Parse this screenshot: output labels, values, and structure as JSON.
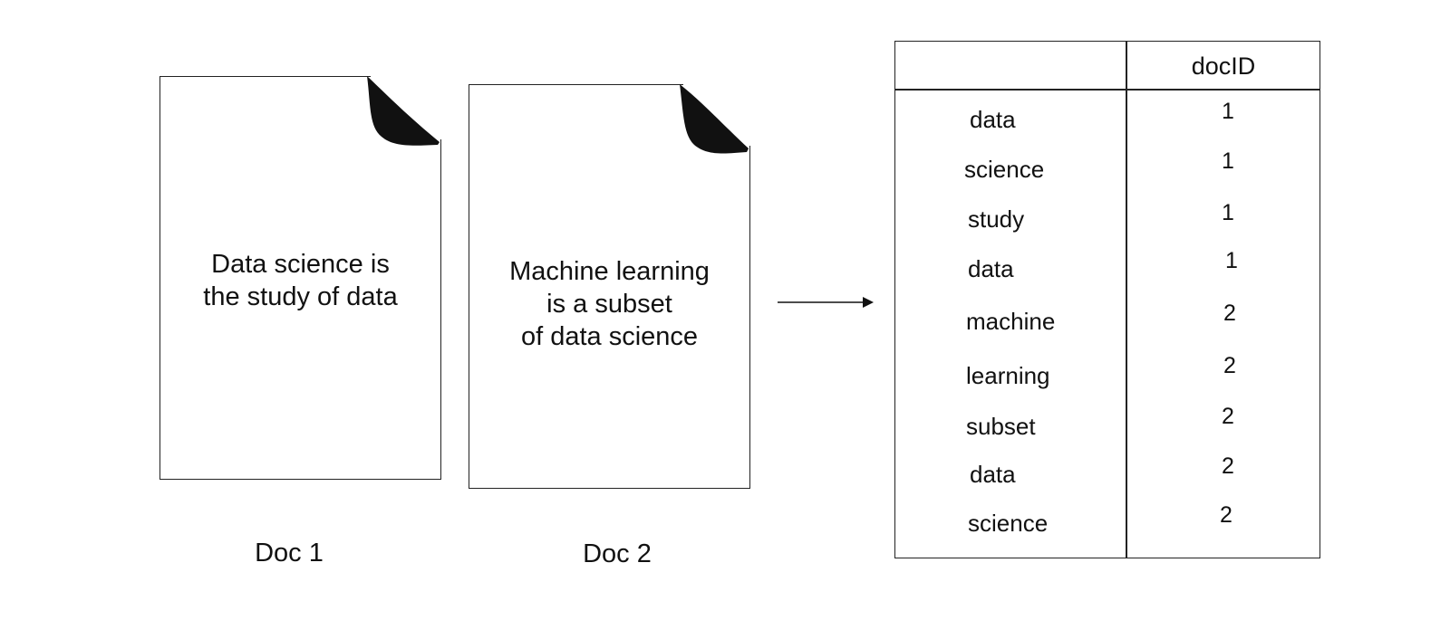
{
  "documents": [
    {
      "text": "Data science is\nthe study of data",
      "caption": "Doc 1"
    },
    {
      "text": "Machine learning\nis a subset\nof data science",
      "caption": "Doc 2"
    }
  ],
  "index_table": {
    "header": {
      "term": "",
      "docid": "docID"
    },
    "rows": [
      {
        "term": "data",
        "docid": "1"
      },
      {
        "term": "science",
        "docid": "1"
      },
      {
        "term": "study",
        "docid": "1"
      },
      {
        "term": "data",
        "docid": "1"
      },
      {
        "term": "machine",
        "docid": "2"
      },
      {
        "term": "learning",
        "docid": "2"
      },
      {
        "term": "subset",
        "docid": "2"
      },
      {
        "term": "data",
        "docid": "2"
      },
      {
        "term": "science",
        "docid": "2"
      }
    ]
  },
  "icons": {
    "arrow": "right-arrow-icon",
    "page_fold": "page-fold-icon"
  }
}
